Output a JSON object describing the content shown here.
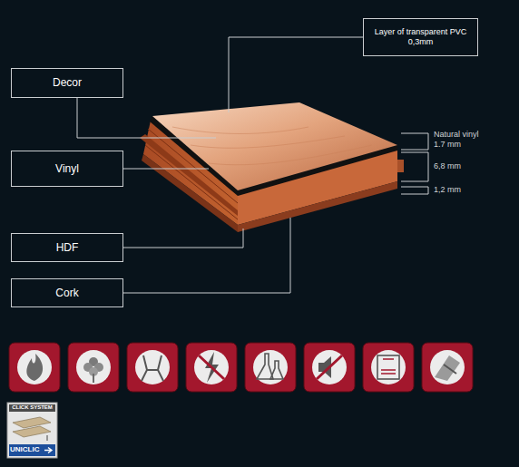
{
  "diagram": {
    "nodes": [
      {
        "text": [
          "Layer of transparent PVC 0,3mm"
        ]
      },
      {
        "text": [
          "Decor"
        ]
      },
      {
        "text": [
          "Vinyl"
        ]
      },
      {
        "text": [
          "HDF"
        ]
      },
      {
        "text": [
          "Cork"
        ]
      }
    ],
    "labels": [
      "Natural vinyl 1.7 mm",
      "6,8 mm",
      "1,2 mm",
      "CLICK SYSTEM",
      "UNICLIC"
    ]
  }
}
